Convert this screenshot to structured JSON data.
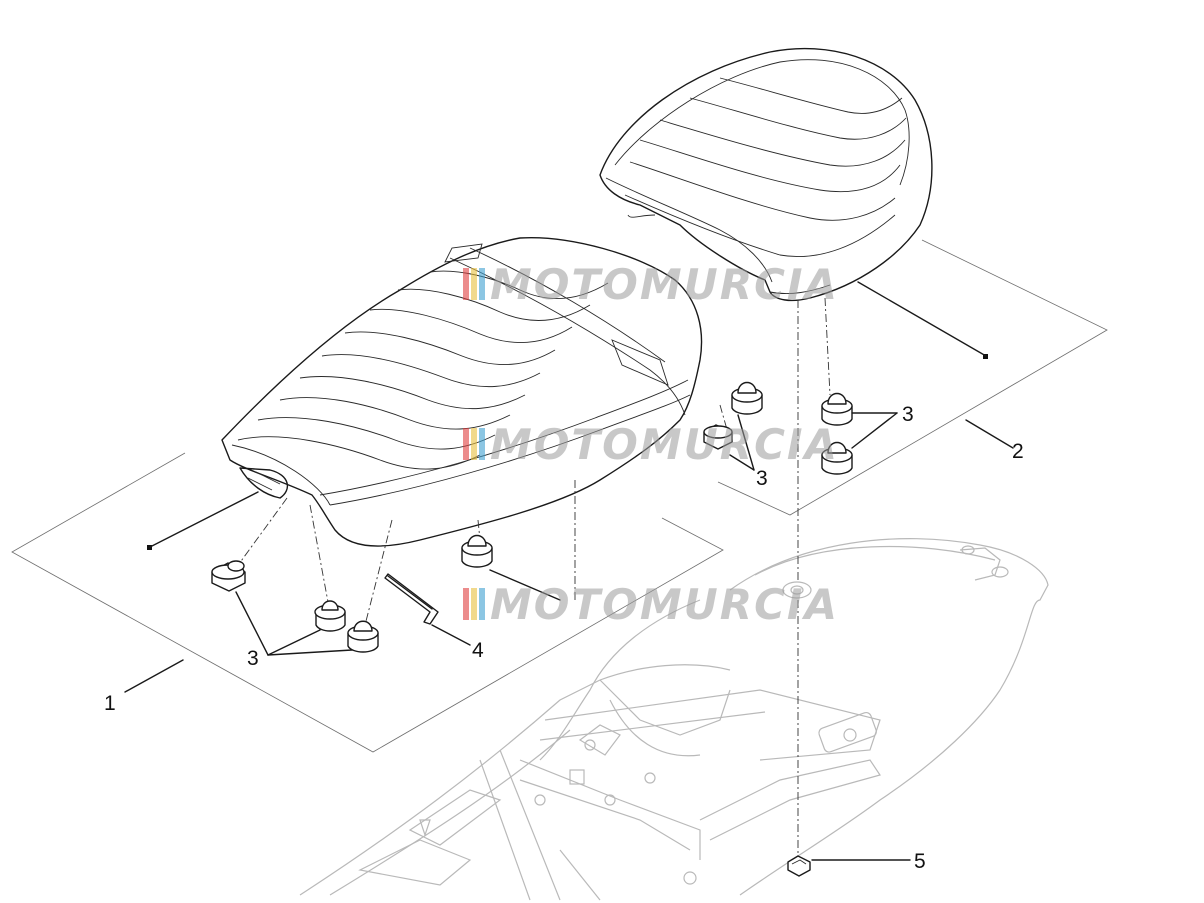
{
  "watermark": {
    "text": "MOTOMURCIA",
    "colors": [
      "#e04040",
      "#e8c040",
      "#40a0d0"
    ]
  },
  "callouts": [
    {
      "id": "1",
      "label": "1"
    },
    {
      "id": "2",
      "label": "2"
    },
    {
      "id": "3a",
      "label": "3"
    },
    {
      "id": "3b",
      "label": "3"
    },
    {
      "id": "3c",
      "label": "3"
    },
    {
      "id": "4",
      "label": "4"
    },
    {
      "id": "5",
      "label": "5"
    }
  ]
}
